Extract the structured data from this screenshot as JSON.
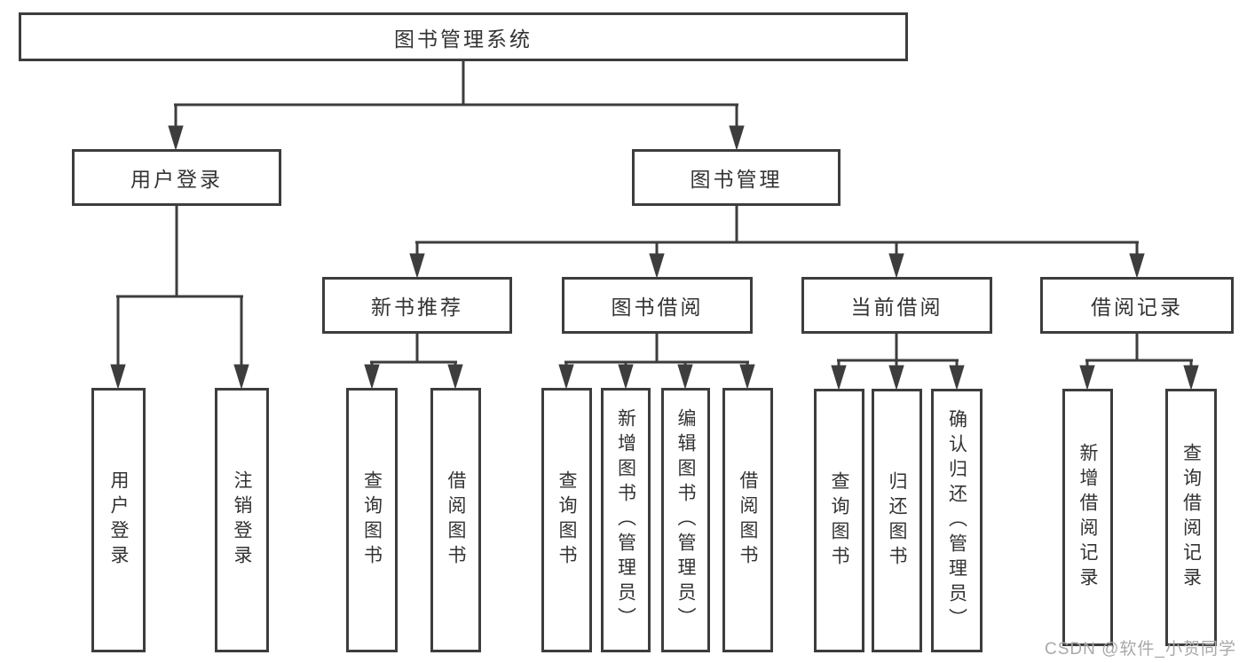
{
  "tree": {
    "root": {
      "label": "图书管理系统"
    },
    "branches": [
      {
        "label": "用户登录",
        "children": [
          {
            "label": "用户登录"
          },
          {
            "label": "注销登录"
          }
        ]
      },
      {
        "label": "图书管理",
        "children": [
          {
            "label": "新书推荐",
            "children": [
              {
                "label": "查询图书"
              },
              {
                "label": "借阅图书"
              }
            ]
          },
          {
            "label": "图书借阅",
            "children": [
              {
                "label": "查询图书"
              },
              {
                "label": "新增图书（管理员）"
              },
              {
                "label": "编辑图书（管理员）"
              },
              {
                "label": "借阅图书"
              }
            ]
          },
          {
            "label": "当前借阅",
            "children": [
              {
                "label": "查询图书"
              },
              {
                "label": "归还图书"
              },
              {
                "label": "确认归还（管理员）"
              }
            ]
          },
          {
            "label": "借阅记录",
            "children": [
              {
                "label": "新增借阅记录"
              },
              {
                "label": "查询借阅记录"
              }
            ]
          }
        ]
      }
    ]
  },
  "watermark": {
    "text": "CSDN @软件_小贺同学"
  },
  "colors": {
    "line": "#3d3d3d",
    "text": "#333333",
    "watermark": "#a9a9a9",
    "background": "#ffffff"
  }
}
